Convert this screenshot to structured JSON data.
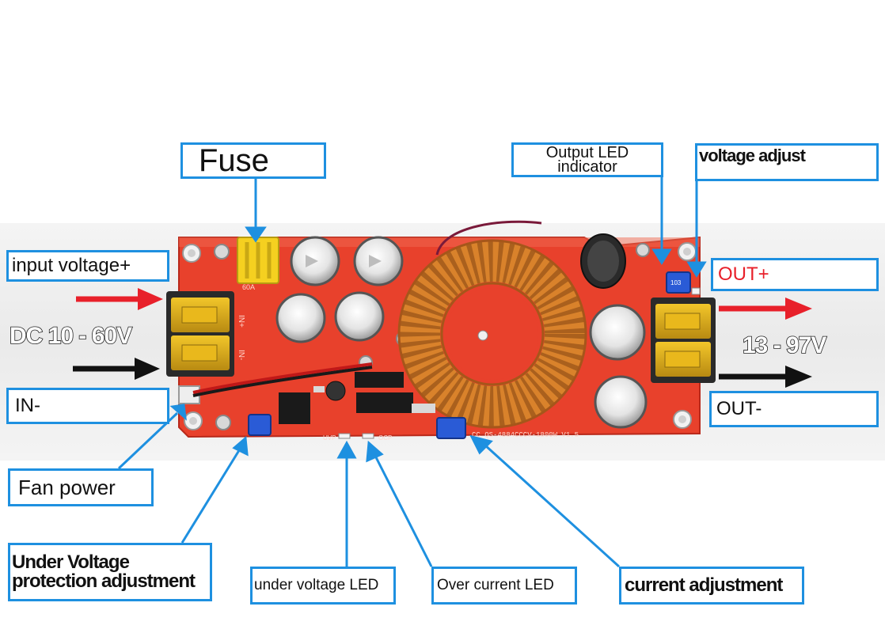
{
  "labels": {
    "fuse": "Fuse",
    "output_led_line1": "Output LED",
    "output_led_line2": "indicator",
    "voltage_adjust": "voltage adjust",
    "input_voltage_plus": "input voltage+",
    "out_plus": "OUT+",
    "in_minus": "IN-",
    "out_minus": "OUT-",
    "fan_power": "Fan power",
    "under_voltage_line1": "Under Voltage",
    "under_voltage_line2": "protection adjustment",
    "under_voltage_led": "under voltage LED",
    "over_current_led": "Over current LED",
    "current_adjustment": "current adjustment"
  },
  "voltages": {
    "input_range": "DC 10 - 60V",
    "output_range": "13 - 97V"
  },
  "board_text": {
    "model": "CC  QS-4884CCCV-1800W  V1.5",
    "fuse_rating": "60A",
    "input_marks": [
      "IN+",
      "IN-"
    ],
    "led_uvp": "UVP",
    "led_ocp": "OCP",
    "pot_code": "103"
  },
  "colors": {
    "callout_blue": "#1e90e0",
    "pcb_red": "#e8412c",
    "out_plus_red": "#e8202a",
    "copper": "#d9822b",
    "fuse_yellow": "#f5d020"
  }
}
